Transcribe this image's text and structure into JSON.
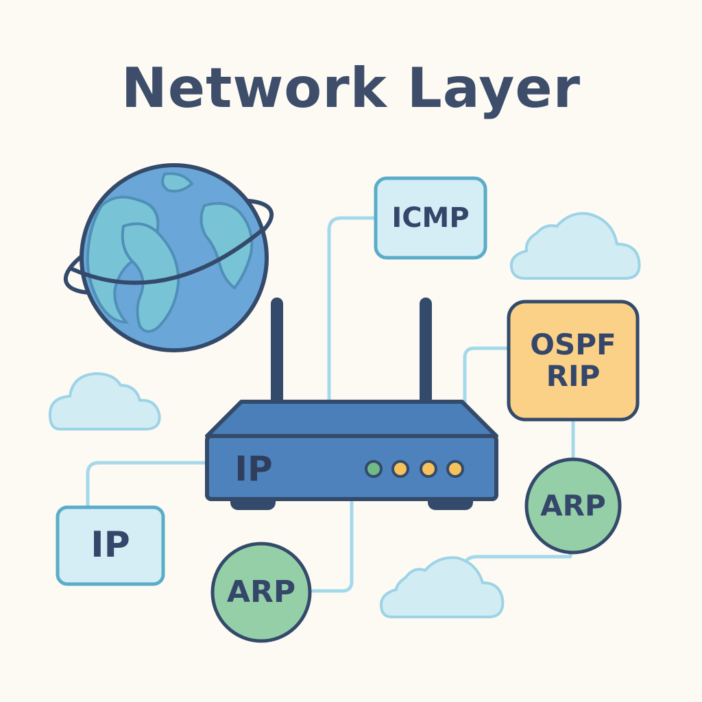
{
  "title": "Network Layer",
  "nodes": {
    "icmp": {
      "label": "ICMP"
    },
    "routing": {
      "line1": "OSPF",
      "line2": "RIP"
    },
    "arp_right": {
      "label": "ARP"
    },
    "arp_bottom": {
      "label": "ARP"
    },
    "ip_box": {
      "label": "IP"
    },
    "router": {
      "label": "IP"
    }
  },
  "colors": {
    "background": "#fcfaf3",
    "outline": "#344a6a",
    "box_fill": "#d5eef5",
    "box_stroke": "#5aacc8",
    "routing_fill": "#fbd187",
    "circle_fill": "#95cfa7",
    "router_body": "#4d82bd",
    "router_top": "#4a7fba",
    "globe": "#6aa7d8",
    "continents": "#79c3d6",
    "cloud_fill": "#d2ecf4",
    "cloud_stroke": "#9dd3e6",
    "connector": "#a4d9eb",
    "led_green": "#72b98a",
    "led_amber": "#f7c15c"
  }
}
